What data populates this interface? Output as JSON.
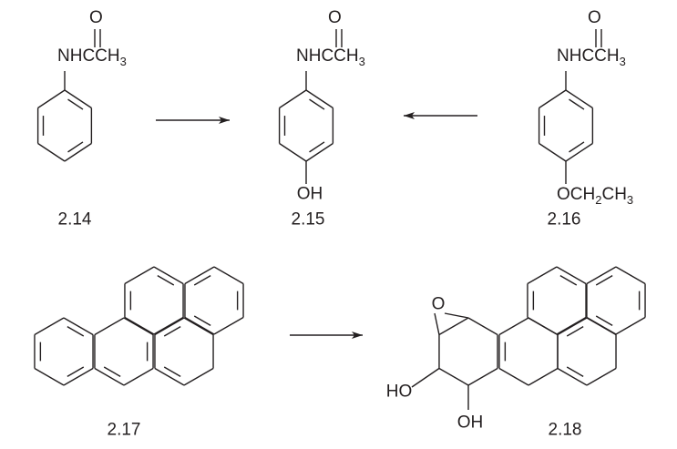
{
  "compounds": [
    {
      "id": "2.14",
      "substituent_top": {
        "o": "O",
        "main": "NHCCH",
        "sub": "3"
      }
    },
    {
      "id": "2.15",
      "substituent_top": {
        "o": "O",
        "main": "NHCCH",
        "sub": "3"
      },
      "substituent_bottom": "OH"
    },
    {
      "id": "2.16",
      "substituent_top": {
        "o": "O",
        "main": "NHCCH",
        "sub": "3"
      },
      "substituent_bottom": {
        "a": "OCH",
        "sub1": "2",
        "b": "CH",
        "sub2": "3"
      }
    },
    {
      "id": "2.17"
    },
    {
      "id": "2.18",
      "epoxide_o": "O",
      "ho": "HO",
      "oh": "OH"
    }
  ],
  "arrows": [
    {
      "from": "2.14",
      "to": "2.15",
      "direction": "right"
    },
    {
      "from": "2.16",
      "to": "2.15",
      "direction": "left"
    },
    {
      "from": "2.17",
      "to": "2.18",
      "direction": "right"
    }
  ],
  "colors": {
    "ink": "#231f20",
    "background": "#ffffff"
  }
}
